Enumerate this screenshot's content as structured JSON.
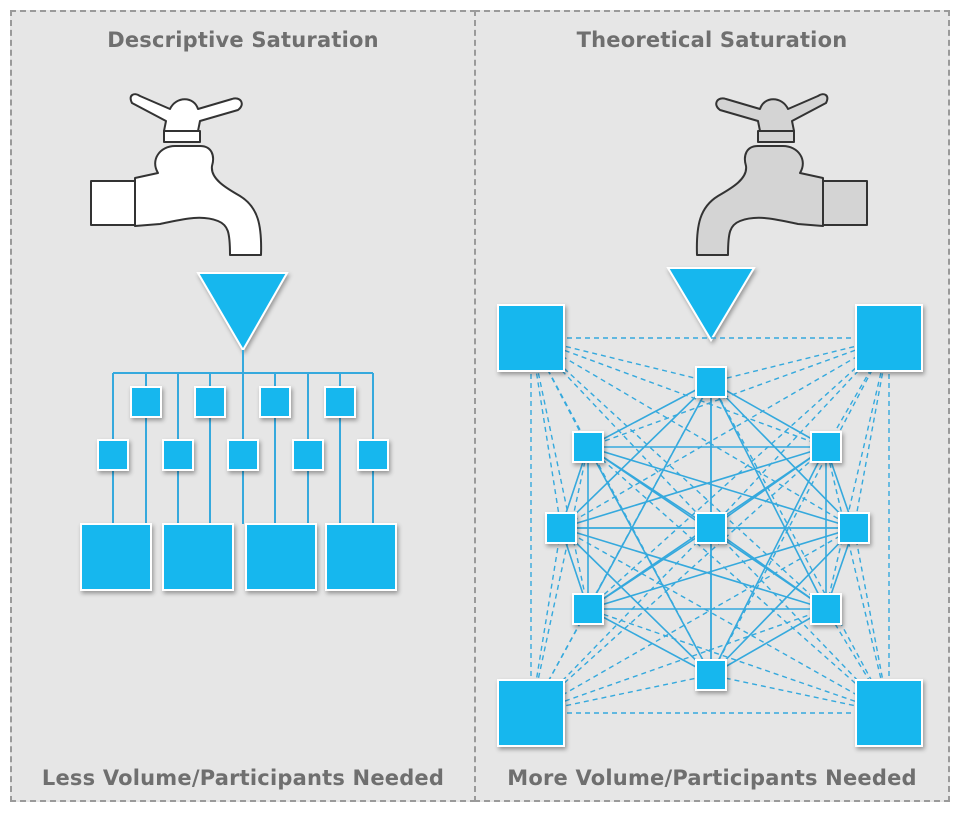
{
  "panels": {
    "left": {
      "title": "Descriptive Saturation",
      "footer": "Less Volume/Participants Needed"
    },
    "right": {
      "title": "Theoretical Saturation",
      "footer": "More Volume/Participants Needed"
    }
  },
  "colors": {
    "node": "#12b7ee",
    "line": "#35a9dd",
    "panel_bg": "#e6e6e6",
    "text": "#6f6f6f",
    "faucet_outline": "#333333",
    "faucet_fill_right": "#d4d4d4"
  },
  "icons": [
    "faucet-icon",
    "funnel-triangle-icon"
  ]
}
